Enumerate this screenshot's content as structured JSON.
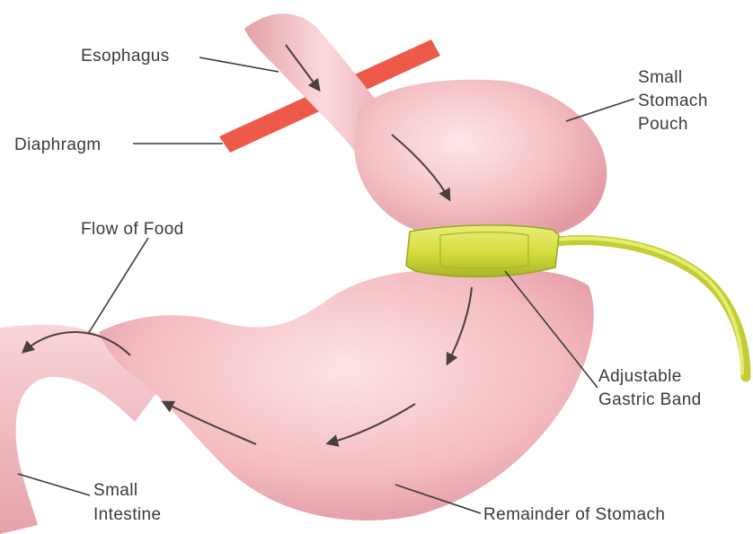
{
  "labels": {
    "esophagus": "Esophagus",
    "diaphragm": "Diaphragm",
    "pouch_line1": "Small",
    "pouch_line2": "Stomach",
    "pouch_line3": "Pouch",
    "flow": "Flow of Food",
    "band_line1": "Adjustable",
    "band_line2": "Gastric Band",
    "intestine_line1": "Small",
    "intestine_line2": "Intestine",
    "remainder": "Remainder of Stomach"
  },
  "colors": {
    "tissue": "#f2b8bd",
    "tissue_light": "#fbe0e2",
    "tissue_dark": "#d98e98",
    "diaphragm": "#ee5a4a",
    "band": "#d8e04a",
    "band_dark": "#aab52a",
    "text": "#3a3a3a"
  }
}
